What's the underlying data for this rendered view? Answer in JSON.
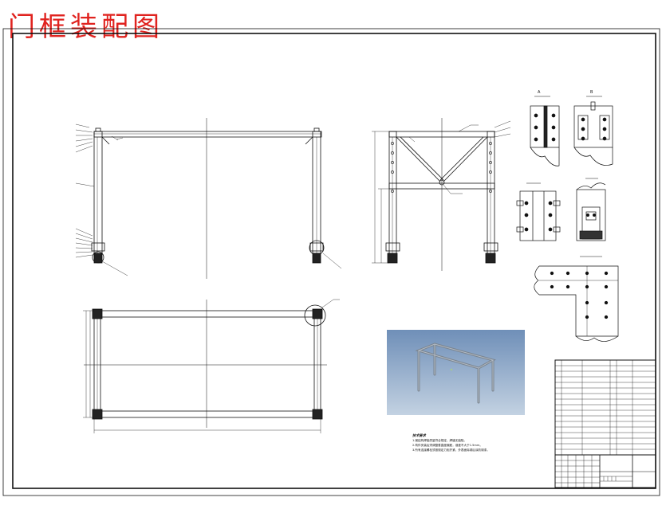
{
  "page": {
    "title": "门框装配图"
  },
  "colors": {
    "title": "#e0231f",
    "line": "#111111",
    "render_bg_top": "#6f8fb8",
    "render_bg_bottom": "#b7c9dd",
    "frame_render": "#8c96a0"
  },
  "technical_notes": {
    "heading": "技术要求",
    "lines": [
      "1.钢结构焊接质量符合规定，焊缝无缺陷。",
      "2.构件安装后须调整垂直度偏差，误差不大于1.5mm。",
      "3.所有连接螺栓须按规定力矩拧紧，外表面除锈后涂防锈漆。"
    ]
  },
  "title_block": {
    "icon": "title-block-table"
  }
}
